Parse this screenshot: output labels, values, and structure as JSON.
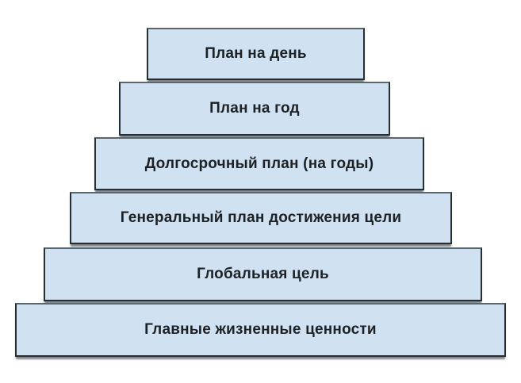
{
  "diagram": {
    "type": "stacked-pyramid",
    "title": "",
    "background_color": "#ffffff",
    "box_fill_color": "#d0e1f1",
    "box_border_color": "#262d33",
    "text_color": "#1c2125",
    "levels": [
      {
        "rank": 1,
        "label": "План на день"
      },
      {
        "rank": 2,
        "label": "План на год"
      },
      {
        "rank": 3,
        "label": "Долгосрочный план (на годы)"
      },
      {
        "rank": 4,
        "label": "Генеральный план достижения цели"
      },
      {
        "rank": 5,
        "label": "Глобальная цель"
      },
      {
        "rank": 6,
        "label": "Главные жизненные ценности"
      }
    ]
  }
}
